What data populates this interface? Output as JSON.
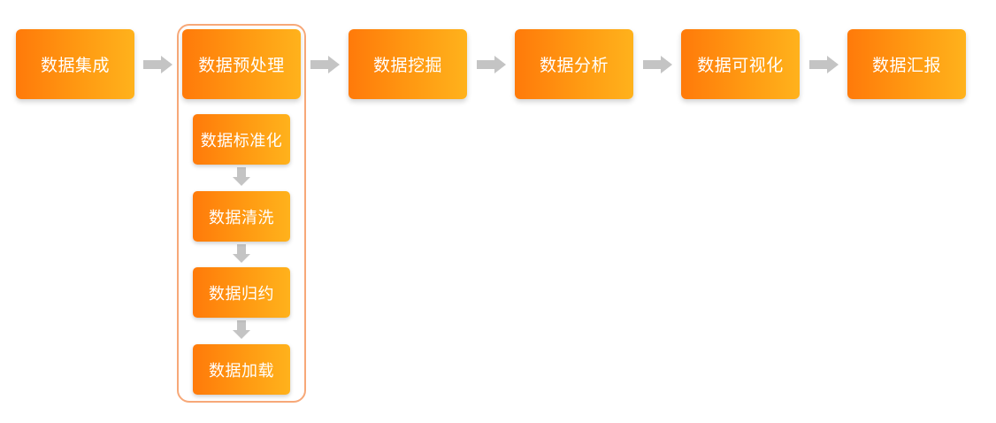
{
  "diagram": {
    "main_steps": [
      {
        "id": "integration",
        "label": "数据集成"
      },
      {
        "id": "preprocessing",
        "label": "数据预处理"
      },
      {
        "id": "mining",
        "label": "数据挖掘"
      },
      {
        "id": "analysis",
        "label": "数据分析"
      },
      {
        "id": "visualization",
        "label": "数据可视化"
      },
      {
        "id": "reporting",
        "label": "数据汇报"
      }
    ],
    "sub_steps": [
      {
        "id": "standardization",
        "label": "数据标准化"
      },
      {
        "id": "cleaning",
        "label": "数据清洗"
      },
      {
        "id": "reduction",
        "label": "数据归约"
      },
      {
        "id": "loading",
        "label": "数据加载"
      }
    ],
    "colors": {
      "box_gradient_start": "#ff7a0a",
      "box_gradient_end": "#ffb21c",
      "arrow": "#c4c4c4",
      "group_border": "#f7a878",
      "text": "#ffffff"
    }
  }
}
